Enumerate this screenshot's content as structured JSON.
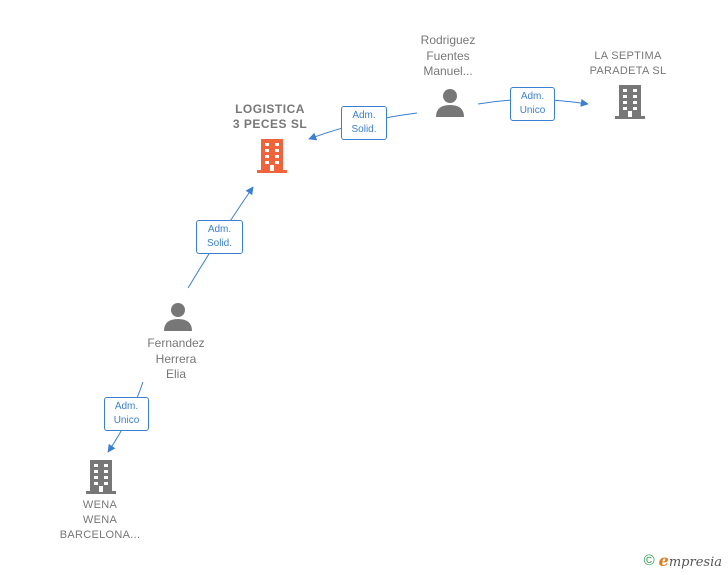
{
  "colors": {
    "edge": "#3a7fd0",
    "node_gray": "#777777",
    "node_main": "#f0643c"
  },
  "nodes": {
    "logistica": {
      "lines": [
        "LOGISTICA",
        "3 PECES  SL"
      ],
      "type": "company",
      "icon": "building-icon"
    },
    "rodriguez": {
      "lines": [
        "Rodriguez",
        "Fuentes",
        "Manuel..."
      ],
      "type": "person",
      "icon": "person-icon"
    },
    "septima": {
      "lines": [
        "LA SEPTIMA",
        "PARADETA  SL"
      ],
      "type": "company",
      "icon": "building-icon"
    },
    "fernandez": {
      "lines": [
        "Fernandez",
        "Herrera",
        "Elia"
      ],
      "type": "person",
      "icon": "person-icon"
    },
    "wena": {
      "lines": [
        "WENA",
        "WENA",
        "BARCELONA..."
      ],
      "type": "company",
      "icon": "building-icon"
    }
  },
  "edges": {
    "rodriguez_logistica": {
      "lines": [
        "Adm.",
        "Solid."
      ]
    },
    "rodriguez_septima": {
      "lines": [
        "Adm.",
        "Unico"
      ]
    },
    "fernandez_logistica": {
      "lines": [
        "Adm.",
        "Solid."
      ]
    },
    "fernandez_wena": {
      "lines": [
        "Adm.",
        "Unico"
      ]
    }
  },
  "footer": {
    "copyright": "©",
    "brand_initial": "e",
    "brand_rest": "mpresia"
  }
}
